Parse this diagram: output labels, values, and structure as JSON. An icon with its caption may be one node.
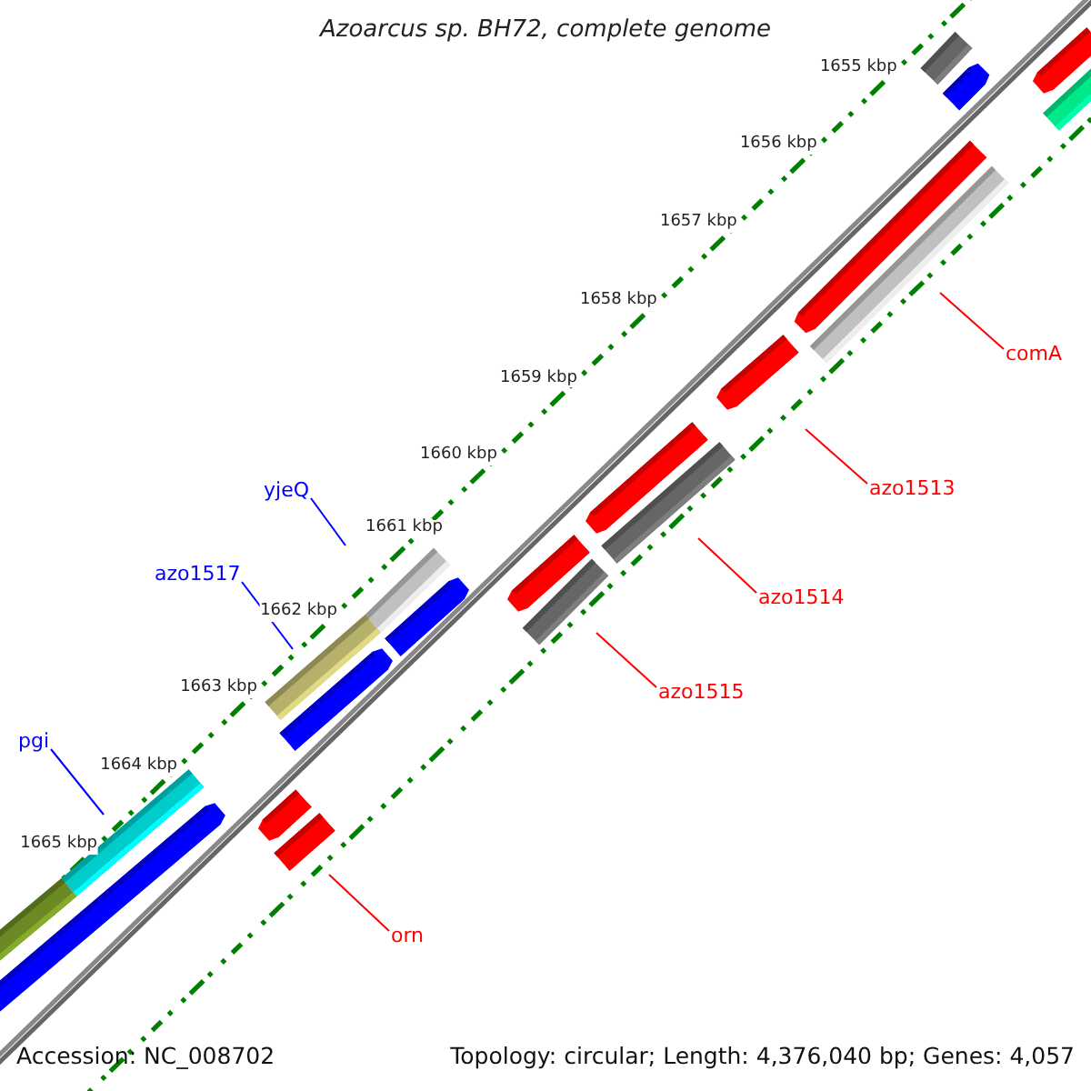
{
  "diagram": {
    "title": "Azoarcus sp. BH72, complete genome",
    "nodes": [
      {
        "text": [
          "comA"
        ]
      },
      {
        "text": [
          "azo1513"
        ]
      },
      {
        "text": [
          "azo1514"
        ]
      },
      {
        "text": [
          "azo1515"
        ]
      },
      {
        "text": [
          "orn"
        ]
      },
      {
        "text": [
          "yjeQ"
        ]
      },
      {
        "text": [
          "azo1517"
        ]
      },
      {
        "text": [
          "pgi"
        ]
      }
    ],
    "edges": [
      {
        "from": 0,
        "to": null,
        "arrow": "none"
      },
      {
        "from": 1,
        "to": null,
        "arrow": "none"
      },
      {
        "from": 2,
        "to": null,
        "arrow": "none"
      },
      {
        "from": 3,
        "to": null,
        "arrow": "none"
      },
      {
        "from": 4,
        "to": null,
        "arrow": "none"
      },
      {
        "from": 5,
        "to": null,
        "arrow": "none",
        "color": "#0000ff"
      },
      {
        "from": 6,
        "to": null,
        "arrow": "none",
        "color": "#0000ff"
      },
      {
        "from": 7,
        "to": null,
        "arrow": "none",
        "color": "#0000ff"
      }
    ],
    "labels": [
      "1655 kbp",
      "1656 kbp",
      "1657 kbp",
      "1658 kbp",
      "1659 kbp",
      "1660 kbp",
      "1661 kbp",
      "1662 kbp",
      "1663 kbp",
      "1664 kbp",
      "1665 kbp",
      "Accession: NC_008702",
      "Topology: circular; Length: 4,376,040 bp; Genes: 4,057"
    ]
  }
}
